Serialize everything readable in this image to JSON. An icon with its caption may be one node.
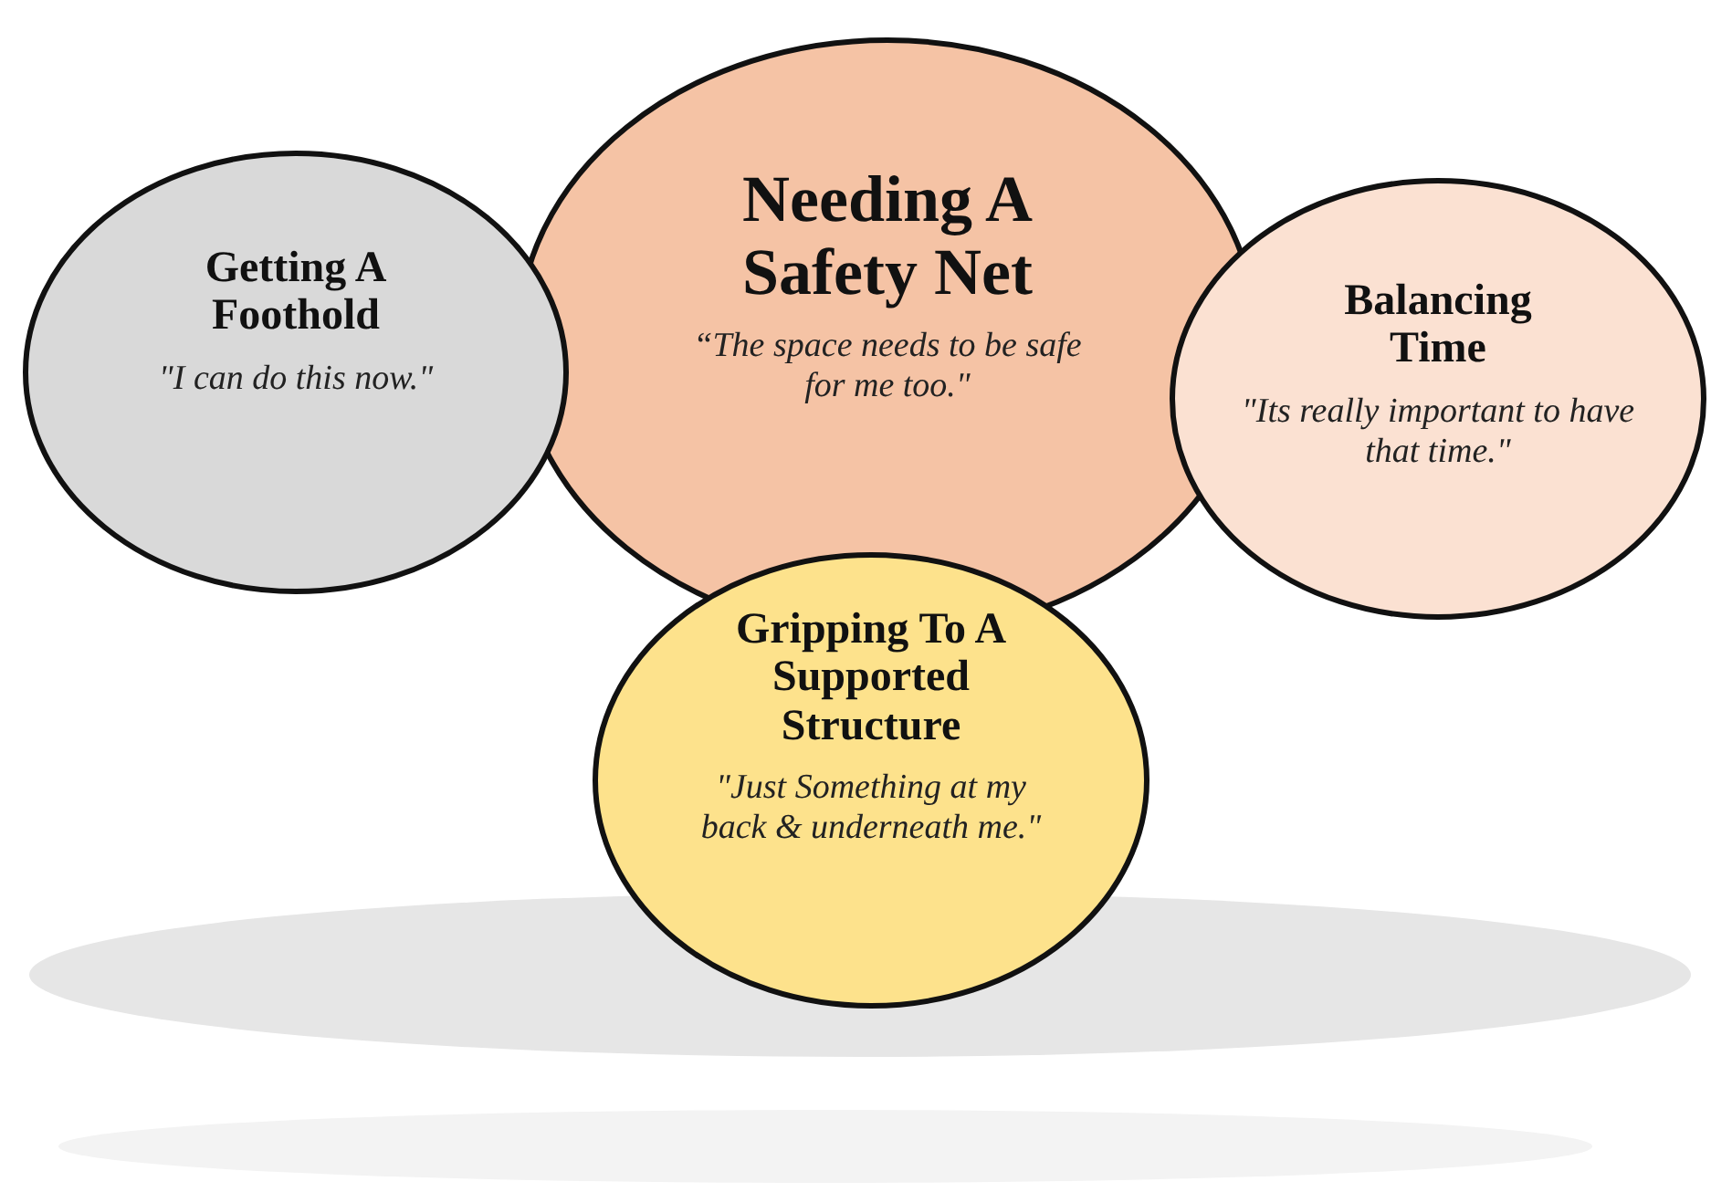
{
  "diagram": {
    "nodes": [
      {
        "text": [
          "Getting A Foothold",
          "\"I can do this now.\""
        ]
      },
      {
        "text": [
          "Needing A Safety Net",
          "“The space needs to be safe for me too.\""
        ]
      },
      {
        "text": [
          "Balancing Time",
          "\"Its really important to have that time.\""
        ]
      },
      {
        "text": [
          "Gripping To A Supported Structure",
          "\"Just Something at my back & underneath me.\""
        ]
      }
    ]
  }
}
